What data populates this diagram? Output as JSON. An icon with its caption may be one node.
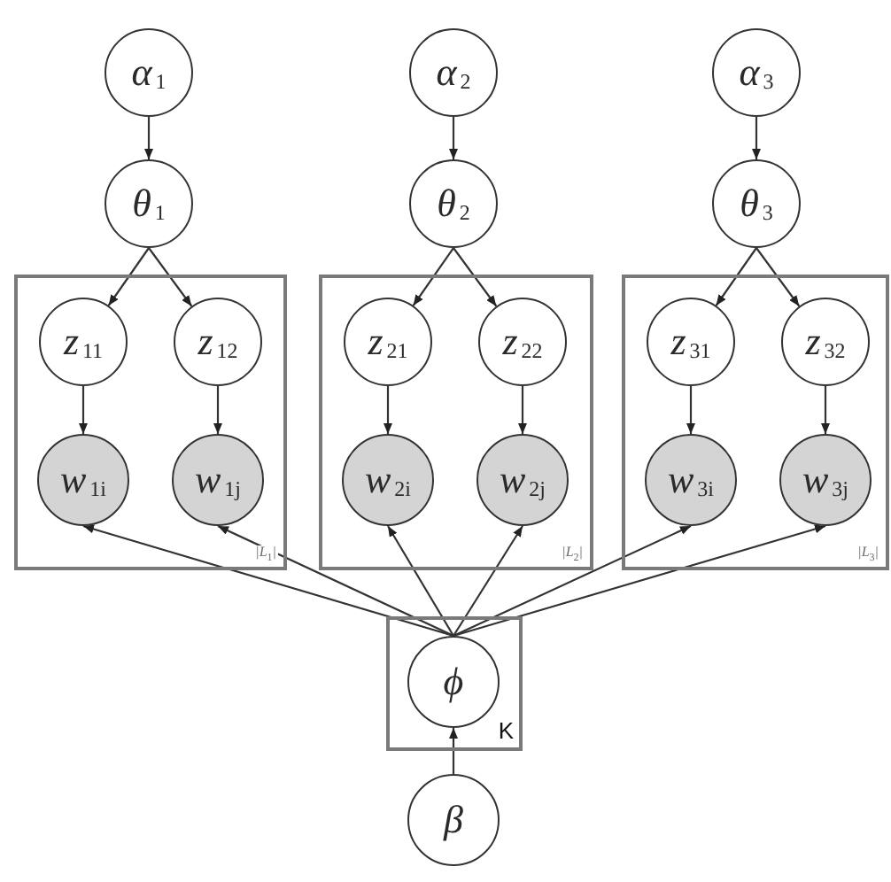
{
  "diagram": {
    "nodes": [
      {
        "text": [
          "α$_{1}$"
        ]
      },
      {
        "text": [
          "α$_{2}$"
        ]
      },
      {
        "text": [
          "α$_{3}$"
        ]
      },
      {
        "text": [
          "θ$_{1}$"
        ]
      },
      {
        "text": [
          "θ$_{2}$"
        ]
      },
      {
        "text": [
          "θ$_{3}$"
        ]
      },
      {
        "text": [
          "|L$_{1}$|"
        ]
      },
      {
        "text": [
          "z$_{11}$"
        ],
        "in": 6
      },
      {
        "text": [
          "z$_{12}$"
        ],
        "in": 6
      },
      {
        "text": [
          "w$_{1i}$"
        ],
        "in": 6
      },
      {
        "text": [
          "w$_{1j}$"
        ],
        "in": 6
      },
      {
        "text": [
          "|L$_{2}$|"
        ]
      },
      {
        "text": [
          "z$_{21}$"
        ],
        "in": 11
      },
      {
        "text": [
          "z$_{22}$"
        ],
        "in": 11
      },
      {
        "text": [
          "w$_{2i}$"
        ],
        "in": 11
      },
      {
        "text": [
          "w$_{2j}$"
        ],
        "in": 11
      },
      {
        "text": [
          "|L$_{3}$|"
        ]
      },
      {
        "text": [
          "z$_{31}$"
        ],
        "in": 16
      },
      {
        "text": [
          "z$_{32}$"
        ],
        "in": 16
      },
      {
        "text": [
          "w$_{3i}$"
        ],
        "in": 16
      },
      {
        "text": [
          "w$_{3j}$"
        ],
        "in": 16
      },
      {
        "text": [
          "K"
        ]
      },
      {
        "text": [
          "ϕ"
        ],
        "in": 21
      },
      {
        "text": [
          "β"
        ]
      }
    ],
    "edges": [
      {
        "from": 0,
        "to": 3,
        "arrow": "to"
      },
      {
        "from": 1,
        "to": 4,
        "arrow": "to"
      },
      {
        "from": 2,
        "to": 5,
        "arrow": "to"
      },
      {
        "from": 3,
        "to": 7,
        "arrow": "to"
      },
      {
        "from": 3,
        "to": 8,
        "arrow": "to"
      },
      {
        "from": 4,
        "to": 12,
        "arrow": "to"
      },
      {
        "from": 4,
        "to": 13,
        "arrow": "to"
      },
      {
        "from": 5,
        "to": 17,
        "arrow": "to"
      },
      {
        "from": 5,
        "to": 18,
        "arrow": "to"
      },
      {
        "from": 7,
        "to": 9,
        "arrow": "to"
      },
      {
        "from": 8,
        "to": 10,
        "arrow": "to"
      },
      {
        "from": 12,
        "to": 14,
        "arrow": "to"
      },
      {
        "from": 13,
        "to": 15,
        "arrow": "to"
      },
      {
        "from": 17,
        "to": 19,
        "arrow": "to"
      },
      {
        "from": 18,
        "to": 20,
        "arrow": "to"
      },
      {
        "from": 22,
        "to": 9,
        "arrow": "to"
      },
      {
        "from": 22,
        "to": 10,
        "arrow": "to"
      },
      {
        "from": 22,
        "to": 14,
        "arrow": "to"
      },
      {
        "from": 22,
        "to": 15,
        "arrow": "to"
      },
      {
        "from": 22,
        "to": 19,
        "arrow": "to"
      },
      {
        "from": 22,
        "to": 20,
        "arrow": "to"
      },
      {
        "from": 23,
        "to": 22,
        "arrow": "to"
      }
    ]
  }
}
